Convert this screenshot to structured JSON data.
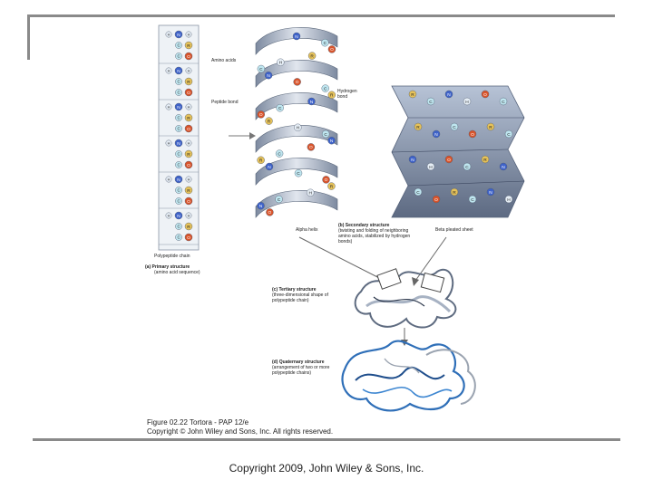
{
  "labels": {
    "amino_acids": "Amino acids",
    "peptide_bond": "Peptide bond",
    "polypeptide_chain": "Polypeptide chain",
    "primary_title": "(a) Primary structure",
    "primary_desc": "(amino acid sequence)",
    "hydrogen_bond": "Hydrogen bond",
    "alpha_helix": "Alpha helix",
    "secondary_title": "(b) Secondary structure",
    "secondary_desc": "(twisting and folding of neighboring amino acids, stabilized by hydrogen bonds)",
    "beta_sheet": "Beta pleated sheet",
    "tertiary_title": "(c) Tertiary structure",
    "tertiary_desc": "(three-dimensional shape of polypeptide chain)",
    "quaternary_title": "(d) Quaternary structure",
    "quaternary_desc": "(arrangement of two or more polypeptide chains)"
  },
  "figure_caption": {
    "line1": "Figure 02.22  Tortora - PAP 12/e",
    "line2": "Copyright © John Wiley and Sons, Inc. All rights reserved."
  },
  "footer": "Copyright 2009, John Wiley & Sons, Inc.",
  "atoms": {
    "H": "H",
    "N": "N",
    "C": "C",
    "O": "O",
    "R": "R"
  },
  "colors": {
    "frame": "#8a8a8a",
    "panel": "#8fa0b8",
    "oxygen": "#d9542b",
    "nitrogen": "#3f63c9",
    "carbon": "#bfe6f0",
    "r_group": "#e6c25a",
    "hydrogen": "#e6eef6",
    "ribbon": "#b9c3d1",
    "quaternary_blue": "#2f6fb8"
  }
}
